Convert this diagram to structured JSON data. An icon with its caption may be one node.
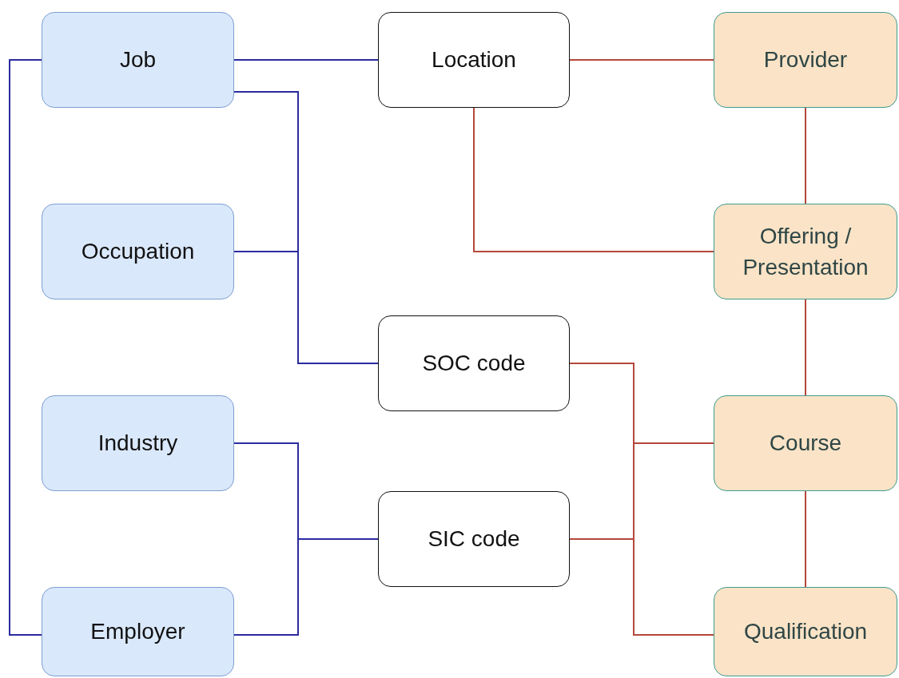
{
  "diagram": {
    "nodes": [
      {
        "text": [
          "Job"
        ]
      },
      {
        "text": [
          "Occupation"
        ]
      },
      {
        "text": [
          "Industry"
        ]
      },
      {
        "text": [
          "Employer"
        ]
      },
      {
        "text": [
          "Location"
        ]
      },
      {
        "text": [
          "SOC code"
        ]
      },
      {
        "text": [
          "SIC code"
        ]
      },
      {
        "text": [
          "Provider"
        ]
      },
      {
        "text": [
          "Offering / Presentation"
        ]
      },
      {
        "text": [
          "Course"
        ]
      },
      {
        "text": [
          "Qualification"
        ]
      }
    ],
    "edges": [
      {
        "from": 0,
        "to": 4,
        "arrow": "none",
        "color": "#2b2ba0"
      },
      {
        "from": 0,
        "to": 5,
        "arrow": "none",
        "color": "#2b2ba0"
      },
      {
        "from": 1,
        "to": 5,
        "arrow": "none",
        "color": "#2b2ba0"
      },
      {
        "from": 2,
        "to": 6,
        "arrow": "none",
        "color": "#2b2ba0"
      },
      {
        "from": 3,
        "to": 6,
        "arrow": "none",
        "color": "#2b2ba0"
      },
      {
        "from": 0,
        "to": 3,
        "arrow": "none",
        "color": "#2b2ba0"
      },
      {
        "from": 4,
        "to": 7,
        "arrow": "none"
      },
      {
        "from": 4,
        "to": 8,
        "arrow": "none"
      },
      {
        "from": 7,
        "to": 8,
        "arrow": "none"
      },
      {
        "from": 8,
        "to": 9,
        "arrow": "none"
      },
      {
        "from": 9,
        "to": 10,
        "arrow": "none"
      },
      {
        "from": 5,
        "to": 9,
        "arrow": "none"
      },
      {
        "from": 5,
        "to": 10,
        "arrow": "none"
      },
      {
        "from": 6,
        "to": 9,
        "arrow": "none"
      },
      {
        "from": 6,
        "to": 10,
        "arrow": "none"
      }
    ]
  }
}
